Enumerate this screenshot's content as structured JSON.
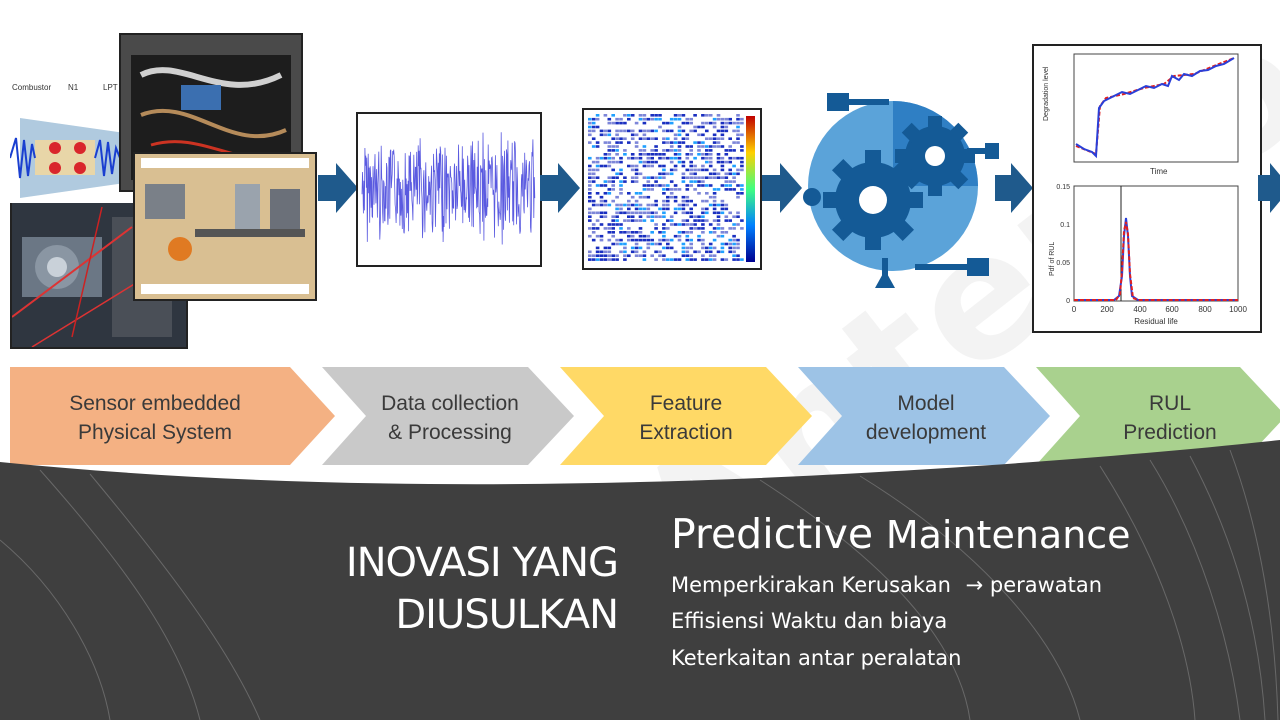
{
  "steps": [
    {
      "line1": "Sensor embedded",
      "line2": "Physical System",
      "color": "#f4b183"
    },
    {
      "line1": "Data collection",
      "line2": "& Processing",
      "color": "#c9c9c9"
    },
    {
      "line1": "Feature",
      "line2": "Extraction",
      "color": "#ffd966"
    },
    {
      "line1": "Model",
      "line2": "development",
      "color": "#9dc3e6"
    },
    {
      "line1": "RUL",
      "line2": "Prediction",
      "color": "#a9d18e"
    }
  ],
  "sensor_image": {
    "labels": [
      "Combustor",
      "N1",
      "LPT"
    ]
  },
  "rul_chart": {
    "top_ylabel": "Degradation level",
    "top_xlabel": "Time",
    "bottom_ylabel": "Pdf of RUL",
    "bottom_xlabel": "Residual life",
    "bottom_yticks": [
      "0.15",
      "0.1",
      "0.05",
      "0"
    ],
    "bottom_xticks": [
      "0",
      "200",
      "400",
      "600",
      "800",
      "1000"
    ]
  },
  "watermark": "Antereo",
  "heading": {
    "line1": "INOVASI YANG",
    "line2": "DIUSULKAN"
  },
  "pm": {
    "title_a": "Predictive",
    "title_b": "Maintenance",
    "items": [
      {
        "text": "Memperkirakan Kerusakan",
        "arrow": "→",
        "after": "perawatan"
      },
      {
        "text": "Effisiensi Waktu dan biaya"
      },
      {
        "text": "Keterkaitan antar peralatan"
      }
    ]
  },
  "colors": {
    "dark_bg": "#3f3f3f",
    "arrow_blue": "#1f5a8c",
    "gear_light": "#5ba3d9",
    "gear_dark": "#145a96"
  }
}
